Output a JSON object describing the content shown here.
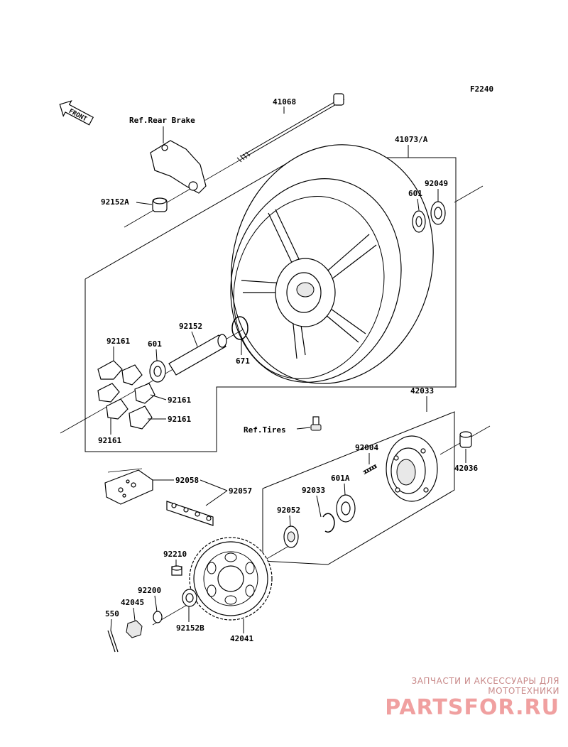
{
  "figure_code": "F2240",
  "front_arrow": "FRONT",
  "refs": {
    "rear_brake": "Ref.Rear Brake",
    "tires": "Ref.Tires"
  },
  "parts": {
    "axle": "41068",
    "wheel": "41073/A",
    "collar_a": "92152A",
    "seal_92049": "92049",
    "bearing_601_top": "601",
    "collar_92152": "92152",
    "oring_671": "671",
    "damper_1": "92161",
    "damper_2": "92161",
    "damper_3": "92161",
    "damper_4": "92161",
    "bearing_601_left": "601",
    "hub_coupling": "42033",
    "collar_42036": "42036",
    "stud_92004": "92004",
    "bearing_601a": "601A",
    "circlip_92033": "92033",
    "seal_92052": "92052",
    "link_92058": "92058",
    "chain_92057": "92057",
    "sprocket_nut_92210": "92210",
    "washer_92200": "92200",
    "nut_42045": "42045",
    "pin_550": "550",
    "collar_92152b": "92152B",
    "sprocket_42041": "42041"
  },
  "watermark": {
    "line1": "ЗАПЧАСТИ И АКСЕССУАРЫ ДЛЯ МОТОТЕХНИКИ",
    "line2": "PARTSFOR.RU"
  }
}
